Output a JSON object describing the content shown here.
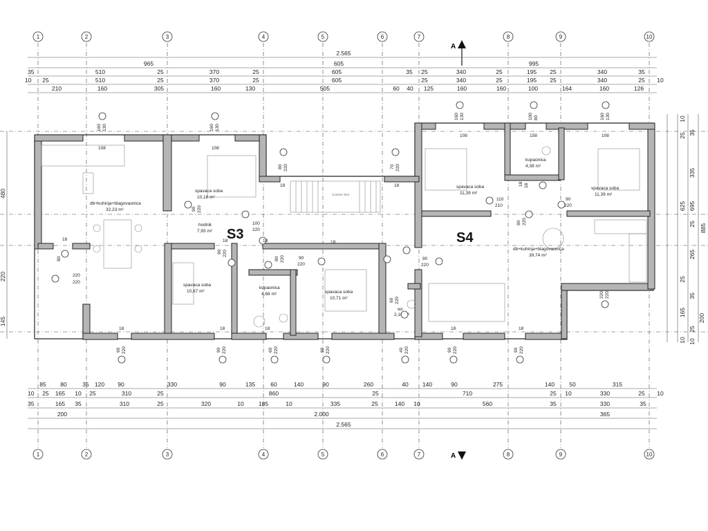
{
  "axes": {
    "labels": [
      "1",
      "2",
      "3",
      "4",
      "5",
      "6",
      "7",
      "8",
      "9",
      "10"
    ]
  },
  "section_marker": {
    "label": "A"
  },
  "dims_top": {
    "row1": [
      "2.565"
    ],
    "row2": [
      "965",
      "605",
      "995"
    ],
    "row3": [
      "35",
      "510",
      "25",
      "370",
      "25",
      "605",
      "35",
      "25",
      "340",
      "25",
      "195",
      "25",
      "340",
      "35"
    ],
    "row4": [
      "10",
      "25",
      "510",
      "25",
      "370",
      "25",
      "605",
      "25",
      "340",
      "25",
      "195",
      "25",
      "340",
      "25",
      "10"
    ],
    "row5": [
      "210",
      "160",
      "305",
      "160",
      "130",
      "505",
      "60",
      "40",
      "125",
      "160",
      "160",
      "100",
      "164",
      "160",
      "126"
    ]
  },
  "dims_bottom": {
    "row1": [
      "85",
      "80",
      "35",
      "120",
      "90",
      "330",
      "90",
      "135",
      "60",
      "140",
      "90",
      "260",
      "40",
      "140",
      "90",
      "275",
      "140",
      "50",
      "315"
    ],
    "row2": [
      "10",
      "25",
      "165",
      "10",
      "25",
      "310",
      "25",
      "860",
      "25",
      "710",
      "25",
      "10",
      "330",
      "25",
      "10"
    ],
    "row3": [
      "35",
      "165",
      "35",
      "310",
      "25",
      "320",
      "10",
      "185",
      "10",
      "335",
      "25",
      "140",
      "10",
      "560",
      "35",
      "330",
      "35"
    ],
    "row4": [
      "200",
      "2.000",
      "365"
    ],
    "row5": [
      "2.565"
    ]
  },
  "dims_right": [
    "10",
    "25",
    "35",
    "335",
    "625",
    "695",
    "885",
    "25",
    "265",
    "25",
    "35",
    "165",
    "200",
    "25",
    "10",
    "10"
  ],
  "dims_left": [
    "480",
    "220",
    "145"
  ],
  "apartments": [
    "S3",
    "S4"
  ],
  "rooms": [
    {
      "name": "db+kuhinja+blagovaonica",
      "area": "32,23 m²"
    },
    {
      "name": "spavaca soba",
      "area": "10,18 m²"
    },
    {
      "name": "hodnik",
      "area": "7,93 m²"
    },
    {
      "name": "spavaca soba",
      "area": "10,67 m²"
    },
    {
      "name": "kupaonica",
      "area": "4,68 m²"
    },
    {
      "name": "spavaca soba",
      "area": "10,71 m²"
    },
    {
      "name": "wc",
      "area": "2,10 m²"
    },
    {
      "name": "spavaca soba",
      "area": "11,39 m²"
    },
    {
      "name": "kupaonica",
      "area": "4,39 m²"
    },
    {
      "name": "spavaca soba",
      "area": "11,39 m²"
    },
    {
      "name": "db+kuhinja+blagovaonica",
      "area": "39,74 m²"
    }
  ],
  "openings": {
    "windows_top": [
      "160",
      "130",
      "160",
      "130",
      "160",
      "130",
      "100",
      "80",
      "160",
      "130"
    ],
    "widths_top": [
      "108",
      "108",
      "108",
      "158",
      "108"
    ],
    "doors": [
      "90",
      "220",
      "100",
      "220",
      "90",
      "220",
      "90",
      "220",
      "80",
      "220",
      "70",
      "220",
      "60",
      "220",
      "90",
      "220",
      "110",
      "210",
      "90",
      "220",
      "90",
      "220",
      "220",
      "220",
      "80",
      "220",
      "18",
      "18",
      "18",
      "18",
      "18",
      "18",
      "18",
      "18"
    ],
    "windows_bottom": [
      "90",
      "220",
      "90",
      "220",
      "60",
      "220",
      "90",
      "220",
      "40",
      "220",
      "90",
      "220",
      "90",
      "220"
    ],
    "stair_label": "Comms Text"
  }
}
